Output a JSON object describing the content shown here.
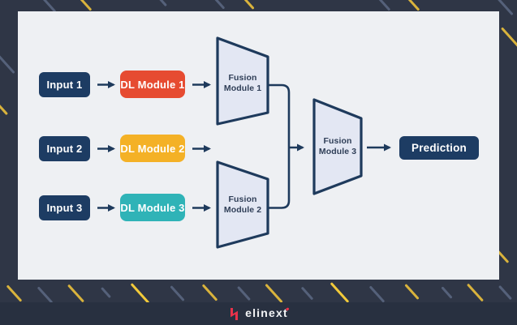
{
  "colors": {
    "background": "#2f3646",
    "footer_band": "#283040",
    "card": "#eef0f3",
    "line_navy": "#1e3a5c",
    "node_navy": "#1d3c63",
    "trapezoid_fill": "#e3e7f3",
    "stripe_yellow": "#d9b33c",
    "stripe_yellow_bright": "#f2ca3a",
    "stripe_gray": "#55617a",
    "logo_red": "#e8324a"
  },
  "diagram": {
    "inputs": [
      {
        "label": "Input 1"
      },
      {
        "label": "Input 2"
      },
      {
        "label": "Input 3"
      }
    ],
    "dl_modules": [
      {
        "label": "DL Module 1",
        "color": "#e64b31"
      },
      {
        "label": "DL Module 2",
        "color": "#f4b126"
      },
      {
        "label": "DL Module 3",
        "color": "#2fb3b7"
      }
    ],
    "fusion_modules": [
      {
        "line1": "Fusion",
        "line2": "Module 1"
      },
      {
        "line1": "Fusion",
        "line2": "Module 2"
      },
      {
        "line1": "Fusion",
        "line2": "Module 3"
      }
    ],
    "prediction": {
      "label": "Prediction"
    }
  },
  "footer": {
    "logo_text": "elinext"
  }
}
